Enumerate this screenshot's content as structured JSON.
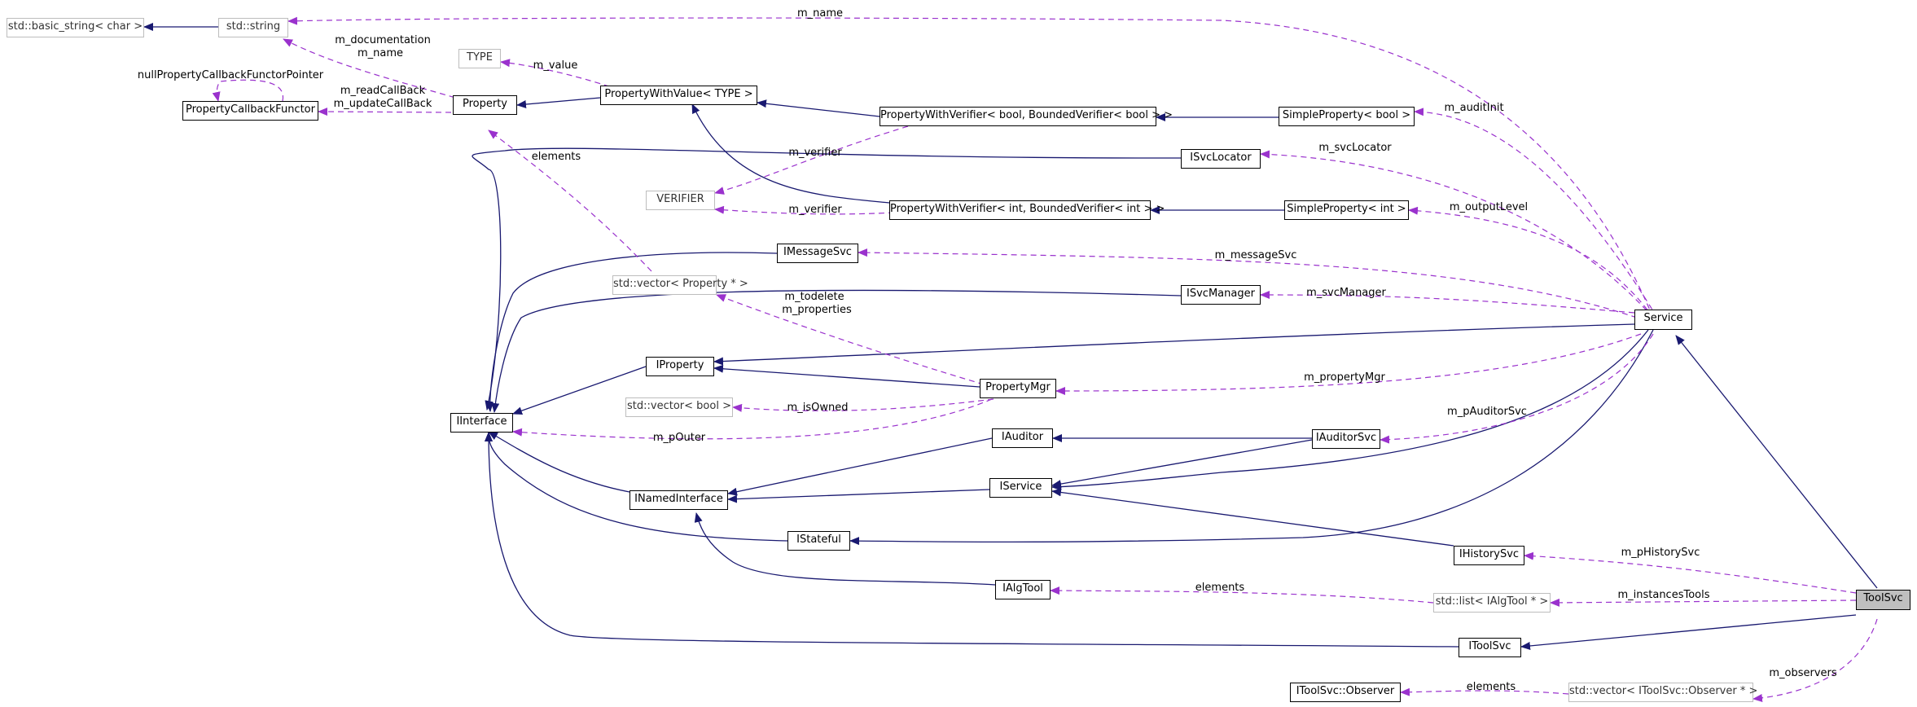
{
  "nodes": {
    "basic_string": "std::basic_string< char >",
    "std_string": "std::string",
    "type": "TYPE",
    "npcfp": "nullPropertyCallbackFunctorPointer",
    "prop_callback": "PropertyCallbackFunctor",
    "property": "Property",
    "pwv_type": "PropertyWithValue< TYPE >",
    "pwver_bool": "PropertyWithVerifier< bool, BoundedVerifier< bool > >",
    "simple_bool": "SimpleProperty< bool >",
    "verifier": "VERIFIER",
    "isvclocator": "ISvcLocator",
    "pwver_int": "PropertyWithVerifier< int, BoundedVerifier< int > >",
    "simple_int": "SimpleProperty< int >",
    "imessagesvc": "IMessageSvc",
    "vec_property": "std::vector< Property * >",
    "isvcmanager": "ISvcManager",
    "service": "Service",
    "iproperty": "IProperty",
    "propertymgr": "PropertyMgr",
    "vec_bool": "std::vector< bool >",
    "iinterface": "IInterface",
    "iauditor": "IAuditor",
    "iauditorsvc": "IAuditorSvc",
    "iservice": "IService",
    "inamedinterface": "INamedInterface",
    "istateful": "IStateful",
    "ihistorysvc": "IHistorySvc",
    "ialgtool": "IAlgTool",
    "list_ialgtool": "std::list< IAlgTool * >",
    "toolsvc": "ToolSvc",
    "itoolsvc": "IToolSvc",
    "observer": "IToolSvc::Observer",
    "vec_observer": "std::vector< IToolSvc::Observer * >"
  },
  "edge_labels": {
    "m_name": "m_name",
    "m_documentation": "m_documentation",
    "m_name2": "m_name",
    "m_value": "m_value",
    "m_readCallBack": "m_readCallBack",
    "m_updateCallBack": "m_updateCallBack",
    "m_auditInit": "m_auditInit",
    "elements_prop": "elements",
    "m_verifier1": "m_verifier",
    "m_svcLocator": "m_svcLocator",
    "m_verifier2": "m_verifier",
    "m_outputLevel": "m_outputLevel",
    "m_messageSvc": "m_messageSvc",
    "m_todelete": "m_todelete",
    "m_properties": "m_properties",
    "m_svcManager": "m_svcManager",
    "m_propertyMgr": "m_propertyMgr",
    "m_isOwned": "m_isOwned",
    "m_pAuditorSvc": "m_pAuditorSvc",
    "m_pOuter": "m_pOuter",
    "m_pHistorySvc": "m_pHistorySvc",
    "elements_tool": "elements",
    "m_instancesTools": "m_instancesTools",
    "m_observers": "m_observers",
    "elements_obs": "elements"
  },
  "colors": {
    "inheritance": "#191970",
    "usage": "#9a32cd",
    "node_border": "#000000",
    "template_border": "#bdbdbd",
    "highlight": "#bfbfbf"
  }
}
